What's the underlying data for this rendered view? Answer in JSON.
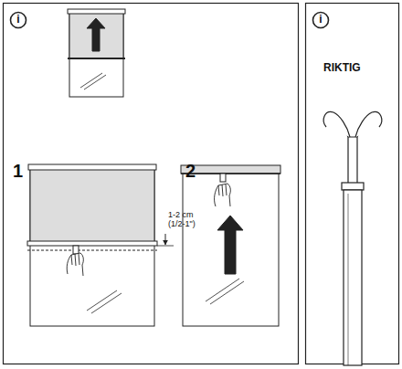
{
  "diagram": {
    "labels": [
      "i",
      "1",
      "2",
      "1-2 cm (1/2-1\")",
      "i",
      "RIKTIG"
    ]
  }
}
